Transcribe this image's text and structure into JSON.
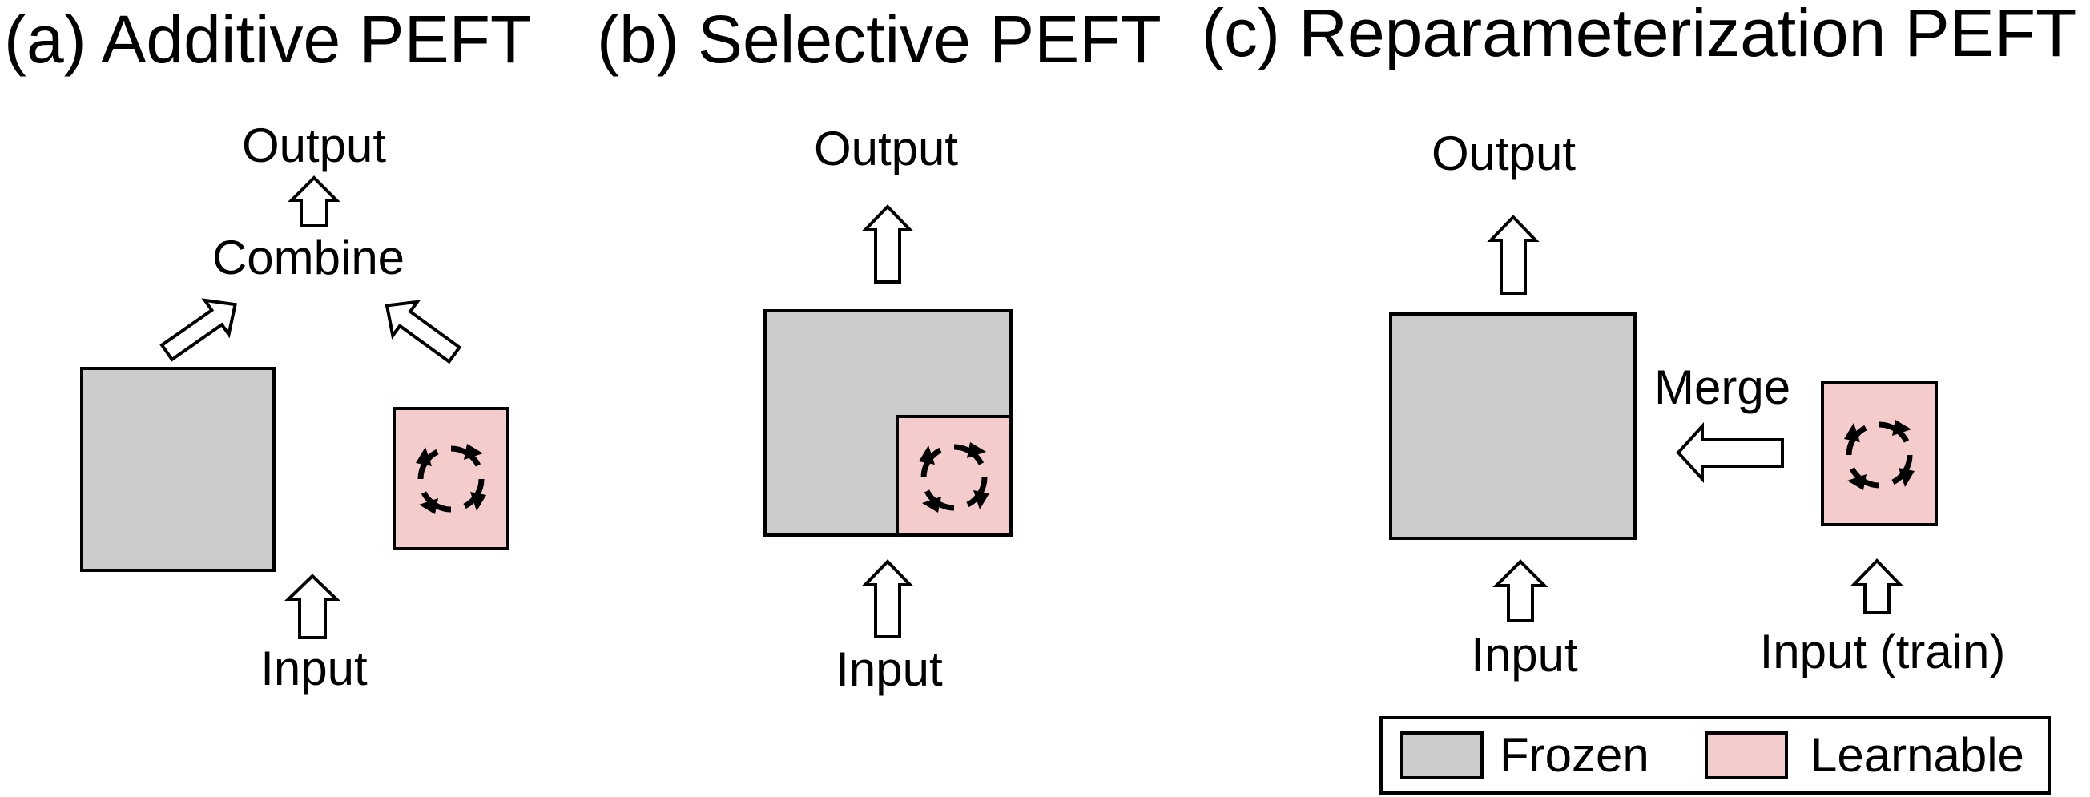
{
  "panels": [
    {
      "title": "(a) Additive PEFT",
      "output": "Output",
      "combine": "Combine",
      "input": "Input"
    },
    {
      "title": "(b) Selective PEFT",
      "output": "Output",
      "input": "Input"
    },
    {
      "title": "(c) Reparameterization PEFT",
      "output": "Output",
      "merge": "Merge",
      "input": "Input",
      "input_train": "Input (train)"
    }
  ],
  "legend": {
    "frozen": "Frozen",
    "learnable": "Learnable"
  },
  "colors": {
    "frozen": "#cccccc",
    "learnable": "#f4cccc"
  }
}
